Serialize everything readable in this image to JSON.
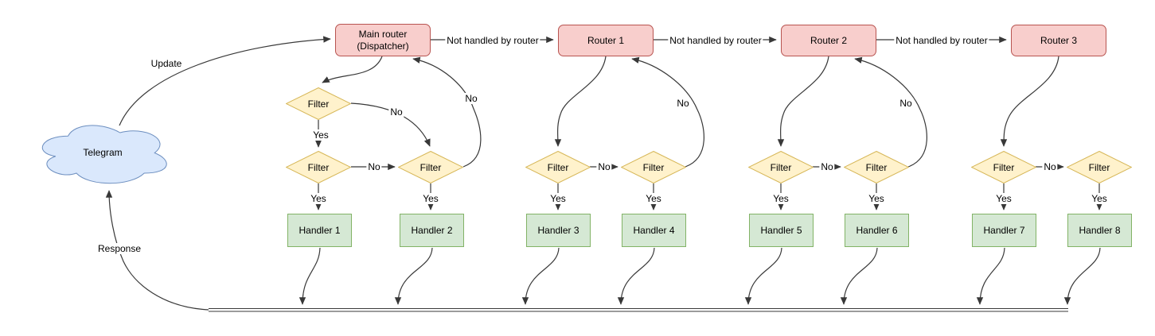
{
  "diagram": {
    "cloud": {
      "label": "Telegram"
    },
    "dispatcher": {
      "line1": "Main router",
      "line2": "(Dispatcher)"
    },
    "routers": [
      "Router 1",
      "Router 2",
      "Router 3"
    ],
    "filter_label": "Filter",
    "handlers": [
      "Handler 1",
      "Handler 2",
      "Handler 3",
      "Handler 4",
      "Handler 5",
      "Handler 6",
      "Handler 7",
      "Handler 8"
    ],
    "edge_labels": {
      "update": "Update",
      "response": "Response",
      "not_handled": "Not handled by router",
      "yes": "Yes",
      "no": "No"
    },
    "colors": {
      "router_fill": "#f8cecc",
      "router_stroke": "#b85450",
      "filter_fill": "#fff2cc",
      "filter_stroke": "#d6b656",
      "handler_fill": "#d5e8d4",
      "handler_stroke": "#82b366",
      "cloud_fill": "#dae8fc",
      "cloud_stroke": "#6c8ebf",
      "edge_stroke": "#383838",
      "background": "#ffffff"
    }
  }
}
